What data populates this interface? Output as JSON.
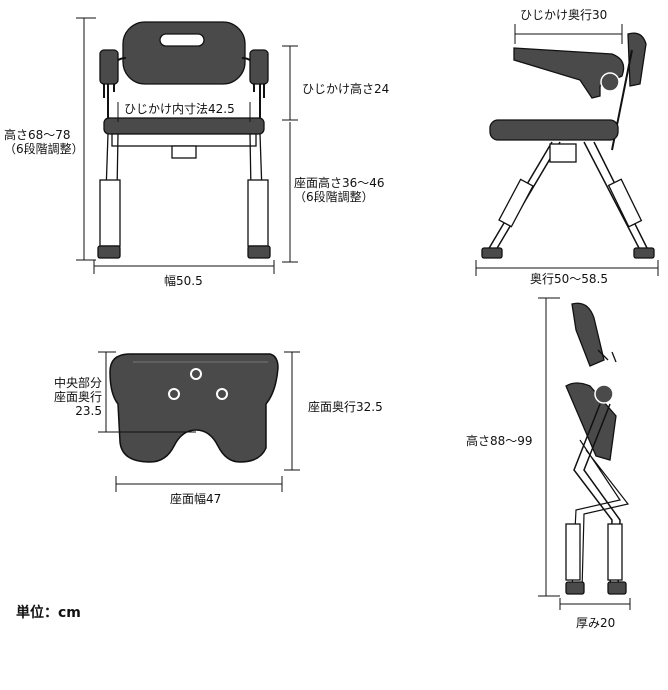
{
  "front": {
    "height_label": "高さ68〜78",
    "height_note": "（6段階調整）",
    "armrest_inner_label": "ひじかけ内寸法42.5",
    "armrest_height_label": "ひじかけ高さ24",
    "seat_height_label": "座面高さ36〜46",
    "seat_height_note": "（6段階調整）",
    "width_label": "幅50.5"
  },
  "side": {
    "armrest_depth_label": "ひじかけ奥行30",
    "depth_label": "奥行50〜58.5"
  },
  "seat": {
    "center_label_1": "中央部分",
    "center_label_2": "座面奥行",
    "center_value": "23.5",
    "seat_depth_label": "座面奥行32.5",
    "seat_width_label": "座面幅47"
  },
  "folded": {
    "height_label": "高さ88〜99",
    "thickness_label": "厚み20"
  },
  "unit_label": "単位：cm",
  "colors": {
    "seat": "#4a4a4a",
    "frame": "#ffffff",
    "line": "#111111"
  }
}
